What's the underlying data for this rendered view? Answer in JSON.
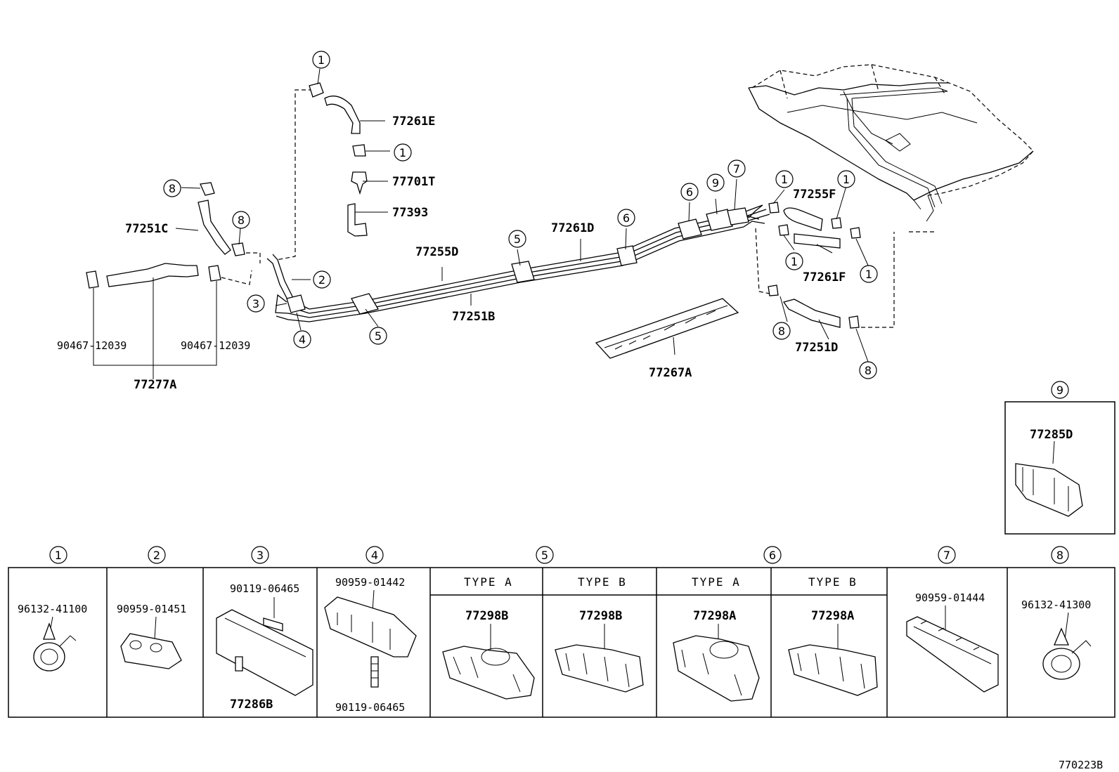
{
  "figure_code": "770223B",
  "callouts": {
    "c1": "1",
    "c2": "2",
    "c3": "3",
    "c4": "4",
    "c5": "5",
    "c6": "6",
    "c7": "7",
    "c8": "8",
    "c9": "9"
  },
  "parts": {
    "p77261E": "77261E",
    "p77701T": "77701T",
    "p77393": "77393",
    "p77251C": "77251C",
    "p77255D": "77255D",
    "p77261D": "77261D",
    "p77251B": "77251B",
    "p77255F": "77255F",
    "p77261F": "77261F",
    "p77251D": "77251D",
    "p77267A": "77267A",
    "p90467a": "90467-12039",
    "p90467b": "90467-12039",
    "p77277A": "77277A",
    "p77285D": "77285D"
  },
  "legend_table": {
    "cells": [
      {
        "callout": "1",
        "parts": [
          "96132-41100"
        ]
      },
      {
        "callout": "2",
        "parts": [
          "90959-01451"
        ]
      },
      {
        "callout": "3",
        "parts": [
          "90119-06465",
          "77286B"
        ]
      },
      {
        "callout": "4",
        "parts": [
          "90959-01442",
          "90119-06465"
        ]
      },
      {
        "callout": "5",
        "type_a": "TYPE  A",
        "type_b": "TYPE  B",
        "part_a": "77298B",
        "part_b": "77298B"
      },
      {
        "callout": "6",
        "type_a": "TYPE  A",
        "type_b": "TYPE  B",
        "part_a": "77298A",
        "part_b": "77298A"
      },
      {
        "callout": "7",
        "parts": [
          "90959-01444"
        ]
      },
      {
        "callout": "8",
        "parts": [
          "96132-41300"
        ]
      }
    ]
  }
}
